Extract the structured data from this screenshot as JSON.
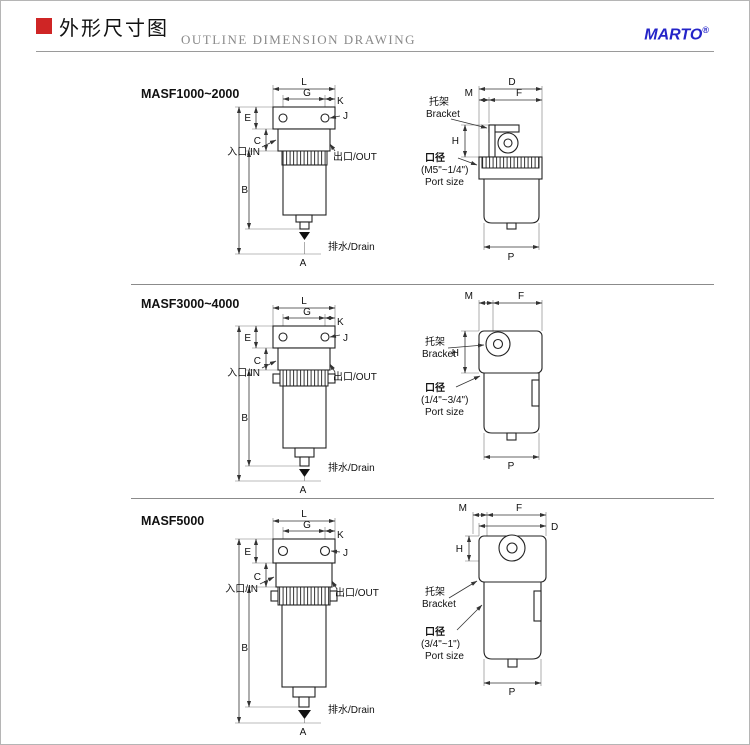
{
  "header": {
    "title_cn": "外形尺寸图",
    "subtitle_en": "OUTLINE DIMENSION DRAWING",
    "brand": "MARTO",
    "reg_mark": "®",
    "accent_red": "#cf2525",
    "brand_blue": "#2424c8"
  },
  "labels": {
    "inlet": "入口/IN",
    "outlet": "出口/OUT",
    "drain": "排水/Drain",
    "bracket_cn": "托架",
    "bracket_en": "Bracket",
    "port_cn": "口径",
    "port_en": "Port size"
  },
  "dims": {
    "A": "A",
    "B": "B",
    "C": "C",
    "D": "D",
    "E": "E",
    "F": "F",
    "G": "G",
    "H": "H",
    "J": "J",
    "K": "K",
    "L": "L",
    "M": "M",
    "P": "P"
  },
  "sections": [
    {
      "model": "MASF1000~2000",
      "port_range": "(M5\"~1/4\")"
    },
    {
      "model": "MASF3000~4000",
      "port_range": "(1/4\"~3/4\")"
    },
    {
      "model": "MASF5000",
      "port_range": "(3/4\"~1\")"
    }
  ]
}
